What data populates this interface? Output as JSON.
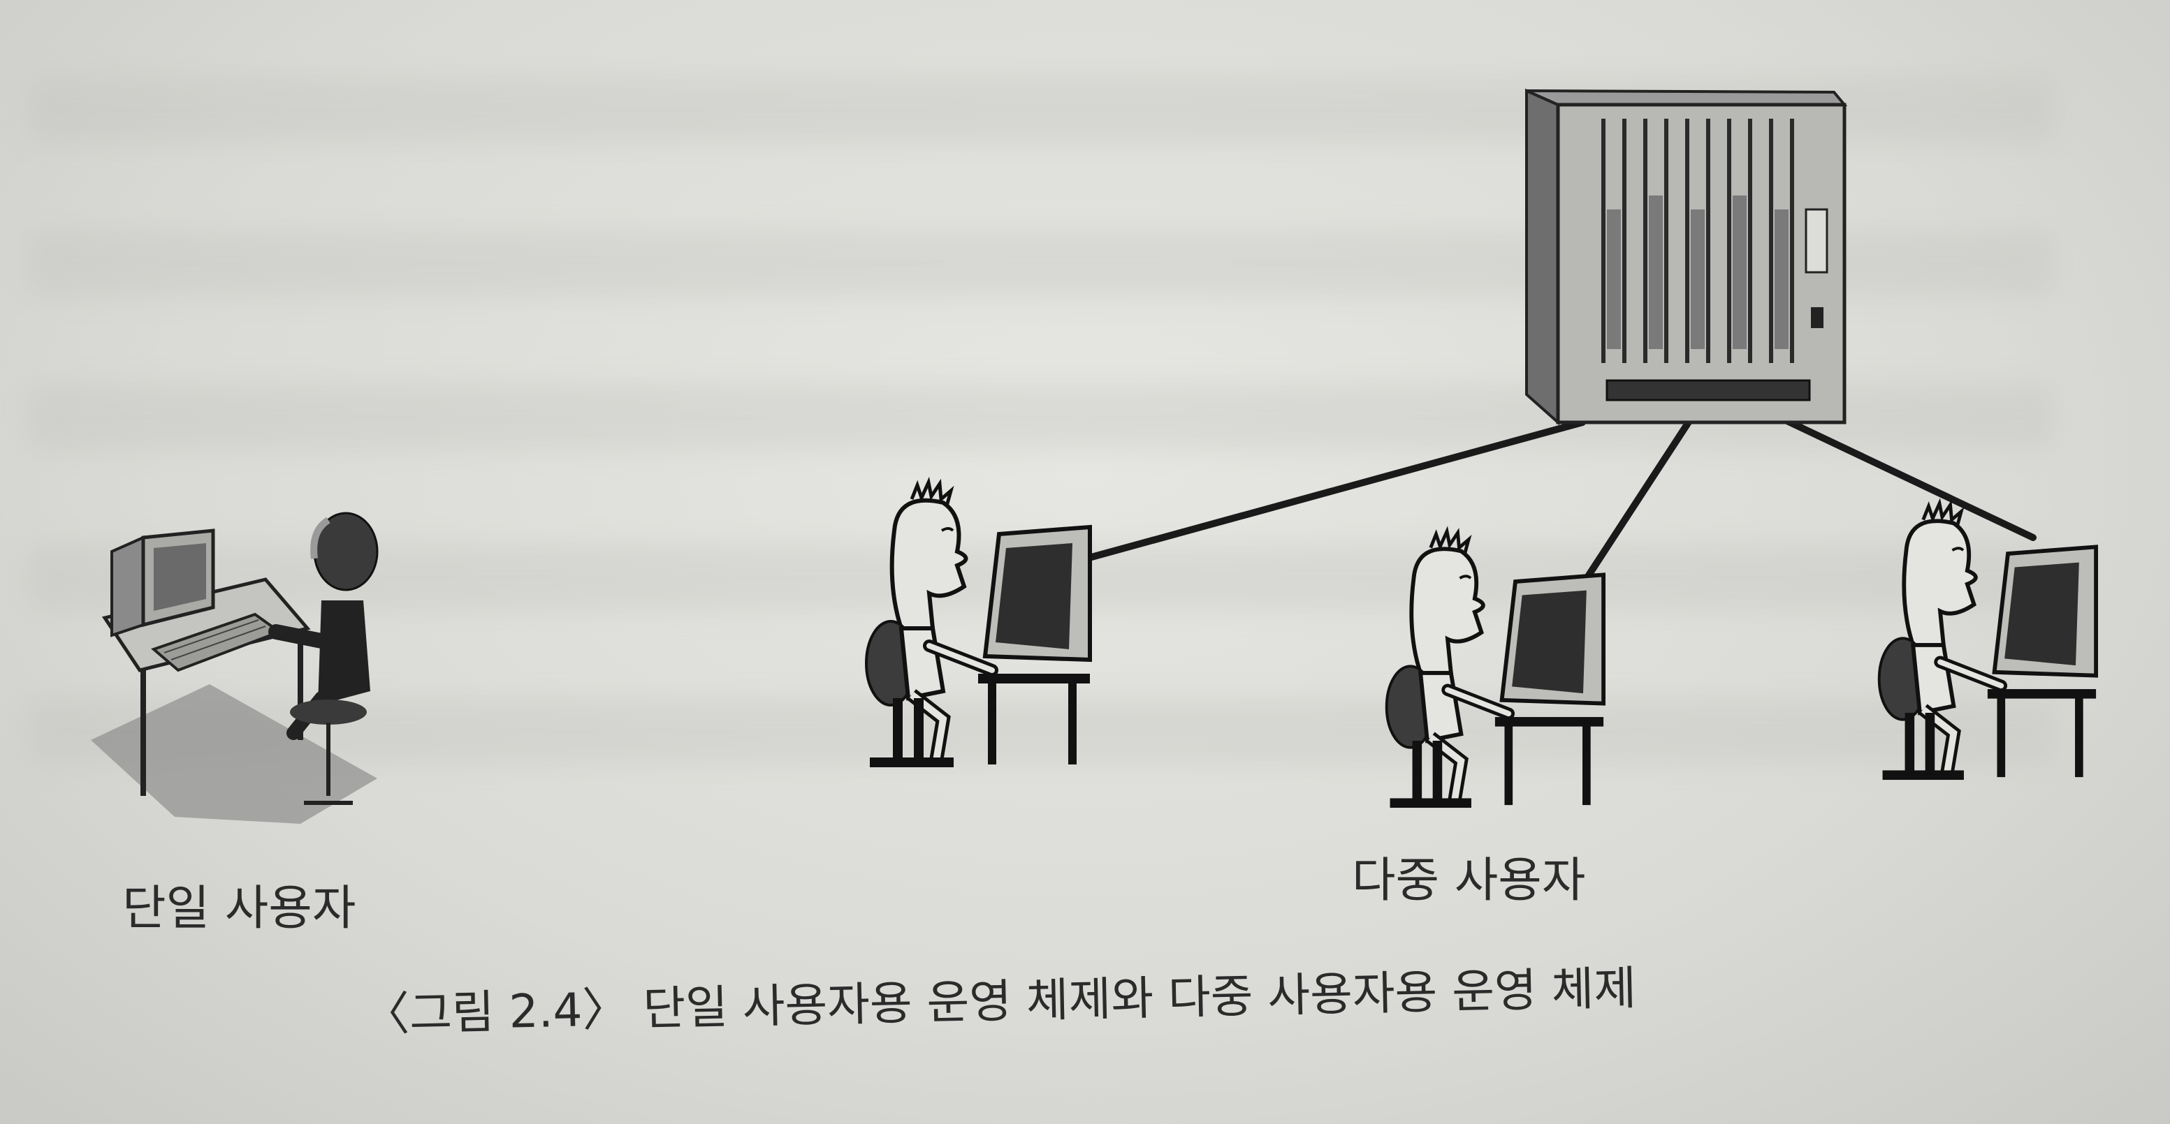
{
  "labels": {
    "single_user": "단일 사용자",
    "multi_user": "다중 사용자"
  },
  "caption": "〈그림 2.4〉 단일 사용자용 운영 체제와 다중 사용자용 운영 체제"
}
